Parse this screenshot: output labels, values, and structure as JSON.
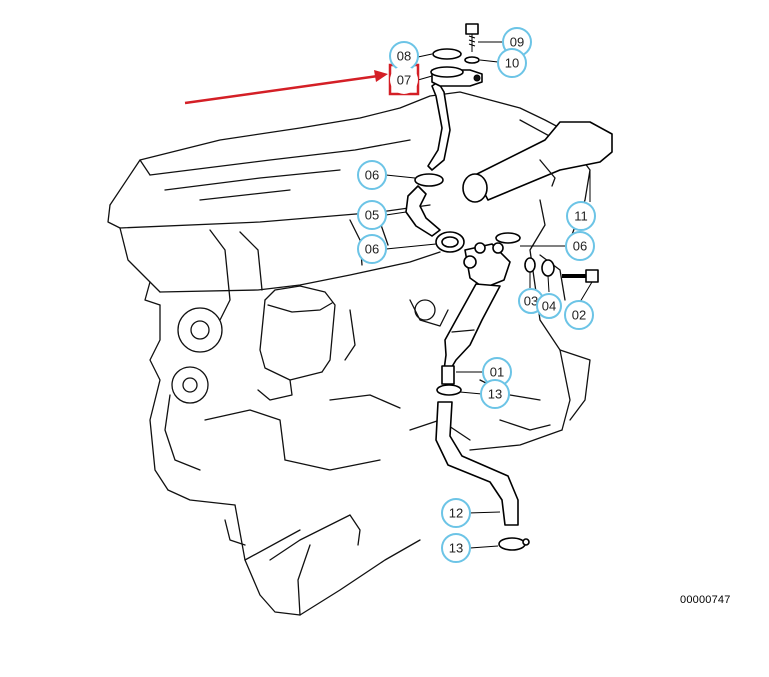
{
  "diagram": {
    "reference_code": "00000747",
    "highlighted_part": "07",
    "callouts": [
      {
        "id": "c08",
        "label": "08"
      },
      {
        "id": "c07",
        "label": "07"
      },
      {
        "id": "c09",
        "label": "09"
      },
      {
        "id": "c10",
        "label": "10"
      },
      {
        "id": "c06a",
        "label": "06"
      },
      {
        "id": "c05",
        "label": "05"
      },
      {
        "id": "c06b",
        "label": "06"
      },
      {
        "id": "c11",
        "label": "11"
      },
      {
        "id": "c06c",
        "label": "06"
      },
      {
        "id": "c03",
        "label": "03"
      },
      {
        "id": "c04",
        "label": "04"
      },
      {
        "id": "c02",
        "label": "02"
      },
      {
        "id": "c01",
        "label": "01"
      },
      {
        "id": "c13a",
        "label": "13"
      },
      {
        "id": "c12",
        "label": "12"
      },
      {
        "id": "c13b",
        "label": "13"
      }
    ],
    "colors": {
      "callout_ring": "#6cc4e6",
      "highlight": "#d41f26",
      "line": "#000000"
    }
  }
}
